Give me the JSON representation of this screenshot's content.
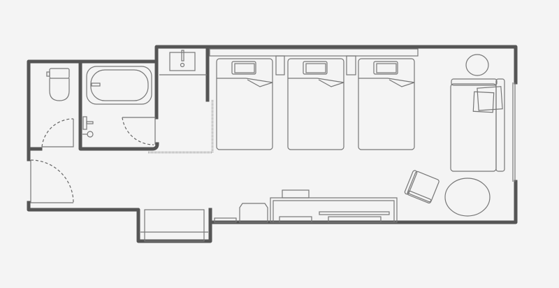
{
  "floor_plan": {
    "colors": {
      "background": "#f4f4f4",
      "walls": "#555555",
      "furniture": "#777777"
    },
    "rooms": [
      "toilet",
      "bathroom",
      "vanity",
      "entrance",
      "bedroom",
      "closet-alcove"
    ],
    "furniture": [
      "toilet",
      "bathtub",
      "shower-faucet",
      "sink",
      "bed",
      "bed",
      "bed",
      "nightstand",
      "nightstand",
      "sofa",
      "ottoman",
      "armchair",
      "round-table",
      "desk",
      "desk-chair",
      "cube-stool",
      "luggage-rack"
    ]
  }
}
